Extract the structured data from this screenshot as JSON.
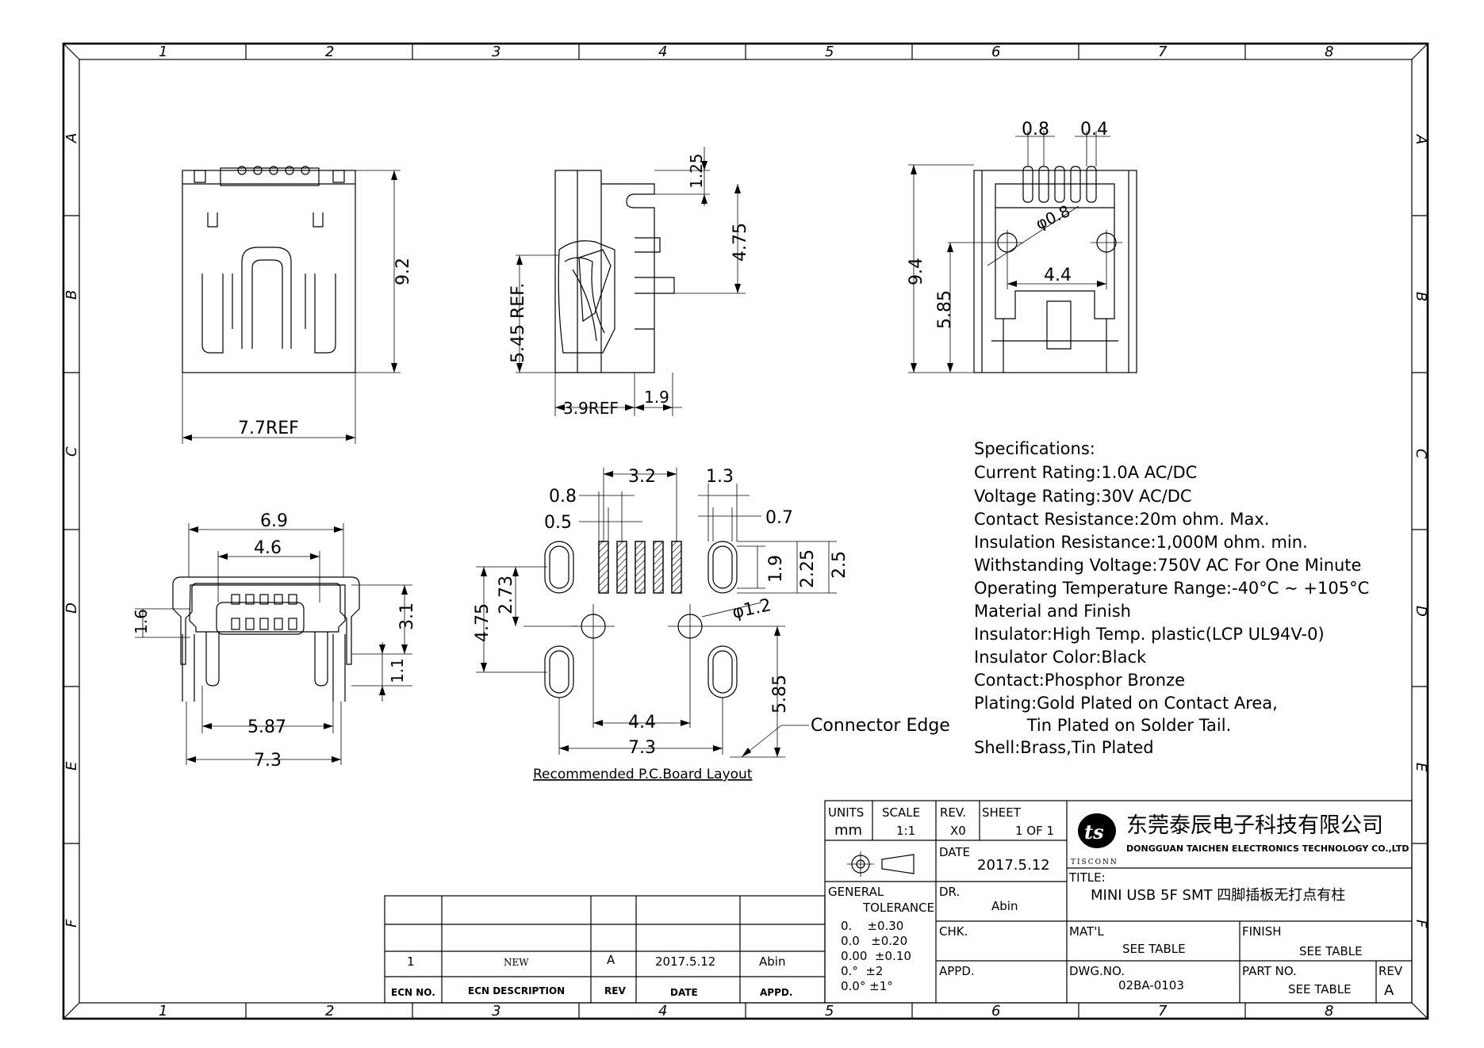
{
  "border": {
    "columns": [
      "1",
      "2",
      "3",
      "4",
      "5",
      "6",
      "7",
      "8"
    ],
    "rows": [
      "A",
      "B",
      "C",
      "D",
      "E",
      "F"
    ]
  },
  "views": {
    "top": {
      "height_dim": "9.2",
      "width_dim": "7.7REF"
    },
    "side": {
      "dim_125": "1.25",
      "dim_475": "4.75",
      "dim_545": "5.45 REF.",
      "dim_39": "3.9REF",
      "dim_19": "1.9"
    },
    "right": {
      "dim_08": "0.8",
      "dim_04": "0.4",
      "dim_phi08": "φ0.8",
      "dim_44": "4.4",
      "dim_94": "9.4",
      "dim_585": "5.85"
    },
    "front": {
      "dim_69": "6.9",
      "dim_46": "4.6",
      "dim_16": "1.6",
      "dim_31": "3.1",
      "dim_11": "1.1",
      "dim_587": "5.87",
      "dim_73": "7.3"
    },
    "pcb": {
      "dim_32": "3.2",
      "dim_13": "1.3",
      "dim_08": "0.8",
      "dim_05": "0.5",
      "dim_07": "0.7",
      "dim_19": "1.9",
      "dim_225": "2.25",
      "dim_25": "2.5",
      "dim_273": "2.73",
      "dim_475": "4.75",
      "dim_phi12": "φ1.2",
      "dim_44": "4.4",
      "dim_73": "7.3",
      "dim_585": "5.85",
      "connector_edge": "Connector Edge",
      "caption": "Recommended P.C.Board Layout"
    }
  },
  "specs": [
    "Specifications:",
    "Current Rating:1.0A AC/DC",
    "Voltage Rating:30V AC/DC",
    "Contact Resistance:20m ohm. Max.",
    "Insulation Resistance:1,000M ohm. min.",
    "Withstanding Voltage:750V AC For One Minute",
    "Operating Temperature Range:-40°C ~ +105°C",
    "Material and Finish",
    "Insulator:High Temp. plastic(LCP UL94V-0)",
    "Insulator Color:Black",
    "Contact:Phosphor Bronze",
    "Plating:Gold Plated on Contact Area,",
    "          Tin Plated on Solder Tail.",
    "Shell:Brass,Tin Plated"
  ],
  "revision_table": {
    "headers": [
      "ECN NO.",
      "ECN DESCRIPTION",
      "REV",
      "DATE",
      "APPD."
    ],
    "row": [
      "1",
      "NEW",
      "A",
      "2017.5.12",
      "Abin"
    ]
  },
  "title_block": {
    "units_label": "UNITS",
    "units": "mm",
    "scale_label": "SCALE",
    "scale": "1:1",
    "rev_label": "REV.",
    "rev": "X0",
    "sheet_label": "SHEET",
    "sheet": "1 OF 1",
    "date_label": "DATE",
    "date": "2017.5.12",
    "general_label": "GENERAL",
    "tolerance_label": "TOLERANCE",
    "tolerances": [
      "0.    ±0.30",
      "0.0   ±0.20",
      "0.00  ±0.10",
      "0.°  ±2",
      "0.0° ±1°"
    ],
    "dr_label": "DR.",
    "dr": "Abin",
    "chk_label": "CHK.",
    "appd_label": "APPD.",
    "company_cn": "东莞泰辰电子科技有限公司",
    "company_en": "DONGGUAN TAICHEN ELECTRONICS TECHNOLOGY CO.,LTD",
    "brand": "TISCONN",
    "title_label": "TITLE:",
    "title": "MINI USB 5F SMT 四脚插板无打点有柱",
    "matl_label": "MAT'L",
    "matl": "SEE TABLE",
    "finish_label": "FINISH",
    "finish": "SEE TABLE",
    "dwg_label": "DWG.NO.",
    "dwg": "02BA-0103",
    "part_label": "PART NO.",
    "part": "SEE TABLE",
    "rev2_label": "REV",
    "rev2": "A"
  }
}
